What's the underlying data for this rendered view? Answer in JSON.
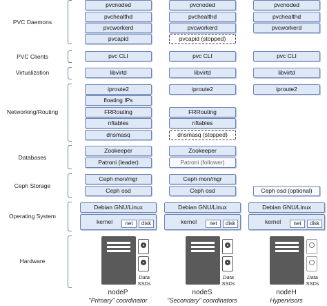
{
  "categories": {
    "pvc_daemons": "PVC Daemons",
    "pvc_clients": "PVC Clients",
    "virtualization": "Virtualization",
    "networking": "Networking/Routing",
    "databases": "Databases",
    "ceph": "Ceph Storage",
    "os": "Operating System",
    "hardware": "Hardware"
  },
  "nodes": {
    "p": {
      "name": "nodeP",
      "desc": "\"Primary\" coordinator",
      "pvc_daemons": [
        "pvcnoded",
        "pvchealthd",
        "pvcworkerd",
        "pvcapid"
      ],
      "pvc_client": "pvc CLI",
      "virt": "libvirtd",
      "net": [
        "iproute2",
        "floating IPs",
        "FRRouting",
        "nftables",
        "dnsmasq"
      ],
      "db": [
        "Zookeeper",
        "Patroni (leader)"
      ],
      "ceph": [
        "Ceph mon/mgr",
        "Ceph osd"
      ],
      "os": "Debian GNU/Linux",
      "kernel": "kernel",
      "kernel_net": "net",
      "kernel_disk": "disk",
      "ssd": "Data SSDs"
    },
    "s": {
      "name": "nodeS",
      "desc": "\"Secondary\" coordinators",
      "pvc_daemons": [
        "pvcnoded",
        "pvchealthd",
        "pvcworkerd",
        "pvcapid (stopped)"
      ],
      "pvc_client": "pvc CLI",
      "virt": "libvirtd",
      "net": [
        "iproute2",
        "FRRouting",
        "nftables",
        "dnsmasq (stopped)"
      ],
      "db": [
        "Zookeeper",
        "Patroni (follower)"
      ],
      "ceph": [
        "Ceph mon/mgr",
        "Ceph osd"
      ],
      "os": "Debian GNU/Linux",
      "kernel": "kernel",
      "kernel_net": "net",
      "kernel_disk": "disk",
      "ssd": "Data SSDs"
    },
    "h": {
      "name": "nodeH",
      "desc": "Hypervisors",
      "pvc_daemons": [
        "pvcnoded",
        "pvchealthd",
        "pvcworkerd"
      ],
      "pvc_client": "pvc CLI",
      "virt": "libvirtd",
      "net": [
        "iproute2"
      ],
      "ceph": [
        "Ceph osd (optional)"
      ],
      "os": "Debian GNU/Linux",
      "kernel": "kernel",
      "kernel_net": "net",
      "kernel_disk": "disk",
      "ssd": "Data SSDs"
    }
  }
}
